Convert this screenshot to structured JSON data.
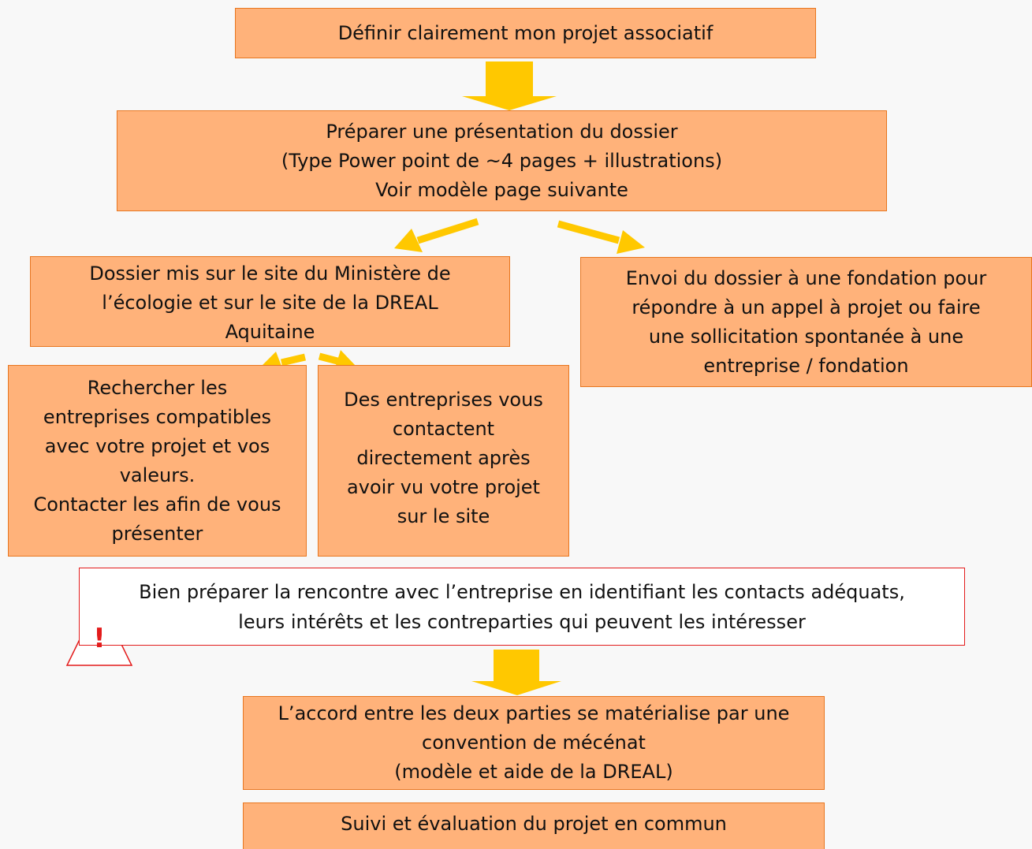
{
  "step1": {
    "lines": [
      "Définir clairement mon projet associatif"
    ]
  },
  "step2": {
    "lines": [
      "Préparer une présentation du dossier",
      "(Type Power point de ~4 pages + illustrations)",
      "Voir modèle page suivante"
    ]
  },
  "branch_left": {
    "lines": [
      "Dossier mis sur le site du Ministère de",
      "l’écologie et sur le site de la DREAL",
      "Aquitaine"
    ]
  },
  "branch_right": {
    "lines": [
      "Envoi du dossier à une fondation pour",
      "répondre à un appel à projet ou faire",
      "une sollicitation spontanée à une",
      "entreprise / fondation"
    ]
  },
  "sub_left": {
    "lines": [
      "Rechercher les",
      "entreprises compatibles",
      "avec votre projet et vos",
      "valeurs.",
      "Contacter les afin de vous",
      "présenter"
    ]
  },
  "sub_right": {
    "lines": [
      "Des entreprises vous",
      "contactent",
      "directement après",
      "avoir vu votre projet",
      "sur le site"
    ]
  },
  "warning": {
    "lines": [
      "Bien préparer la rencontre avec l’entreprise en identifiant les contacts adéquats,",
      "leurs intérêts et les contreparties qui peuvent les intéresser"
    ],
    "icon": "warning-triangle-icon",
    "icon_symbol": "!"
  },
  "agreement": {
    "lines": [
      "L’accord entre les deux parties se matérialise par une",
      "convention de mécénat",
      "(modèle et aide de la DREAL)"
    ]
  },
  "followup": {
    "lines": [
      "Suivi et évaluation du projet en commun"
    ]
  },
  "colors": {
    "box_fill": "#ffb27a",
    "box_border": "#e8761f",
    "arrow": "#ffc800",
    "warning_border": "#e31b1b"
  }
}
